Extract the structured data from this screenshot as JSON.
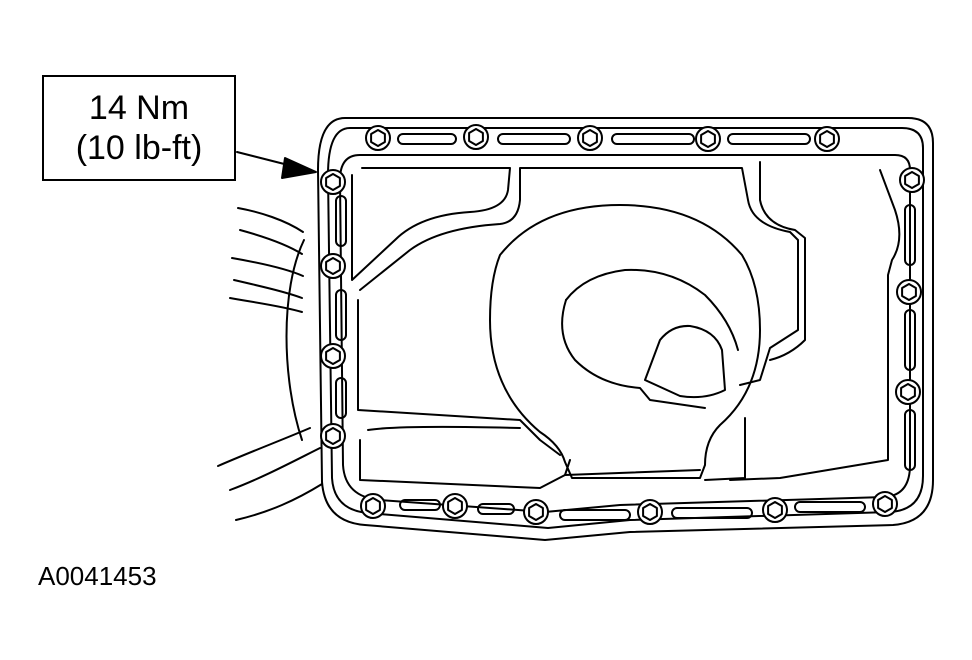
{
  "callout": {
    "torque_nm": "14 Nm",
    "torque_lbft": "(10 lb-ft)"
  },
  "figure_id": "A0041453",
  "colors": {
    "line": "#000000",
    "background": "#ffffff"
  }
}
